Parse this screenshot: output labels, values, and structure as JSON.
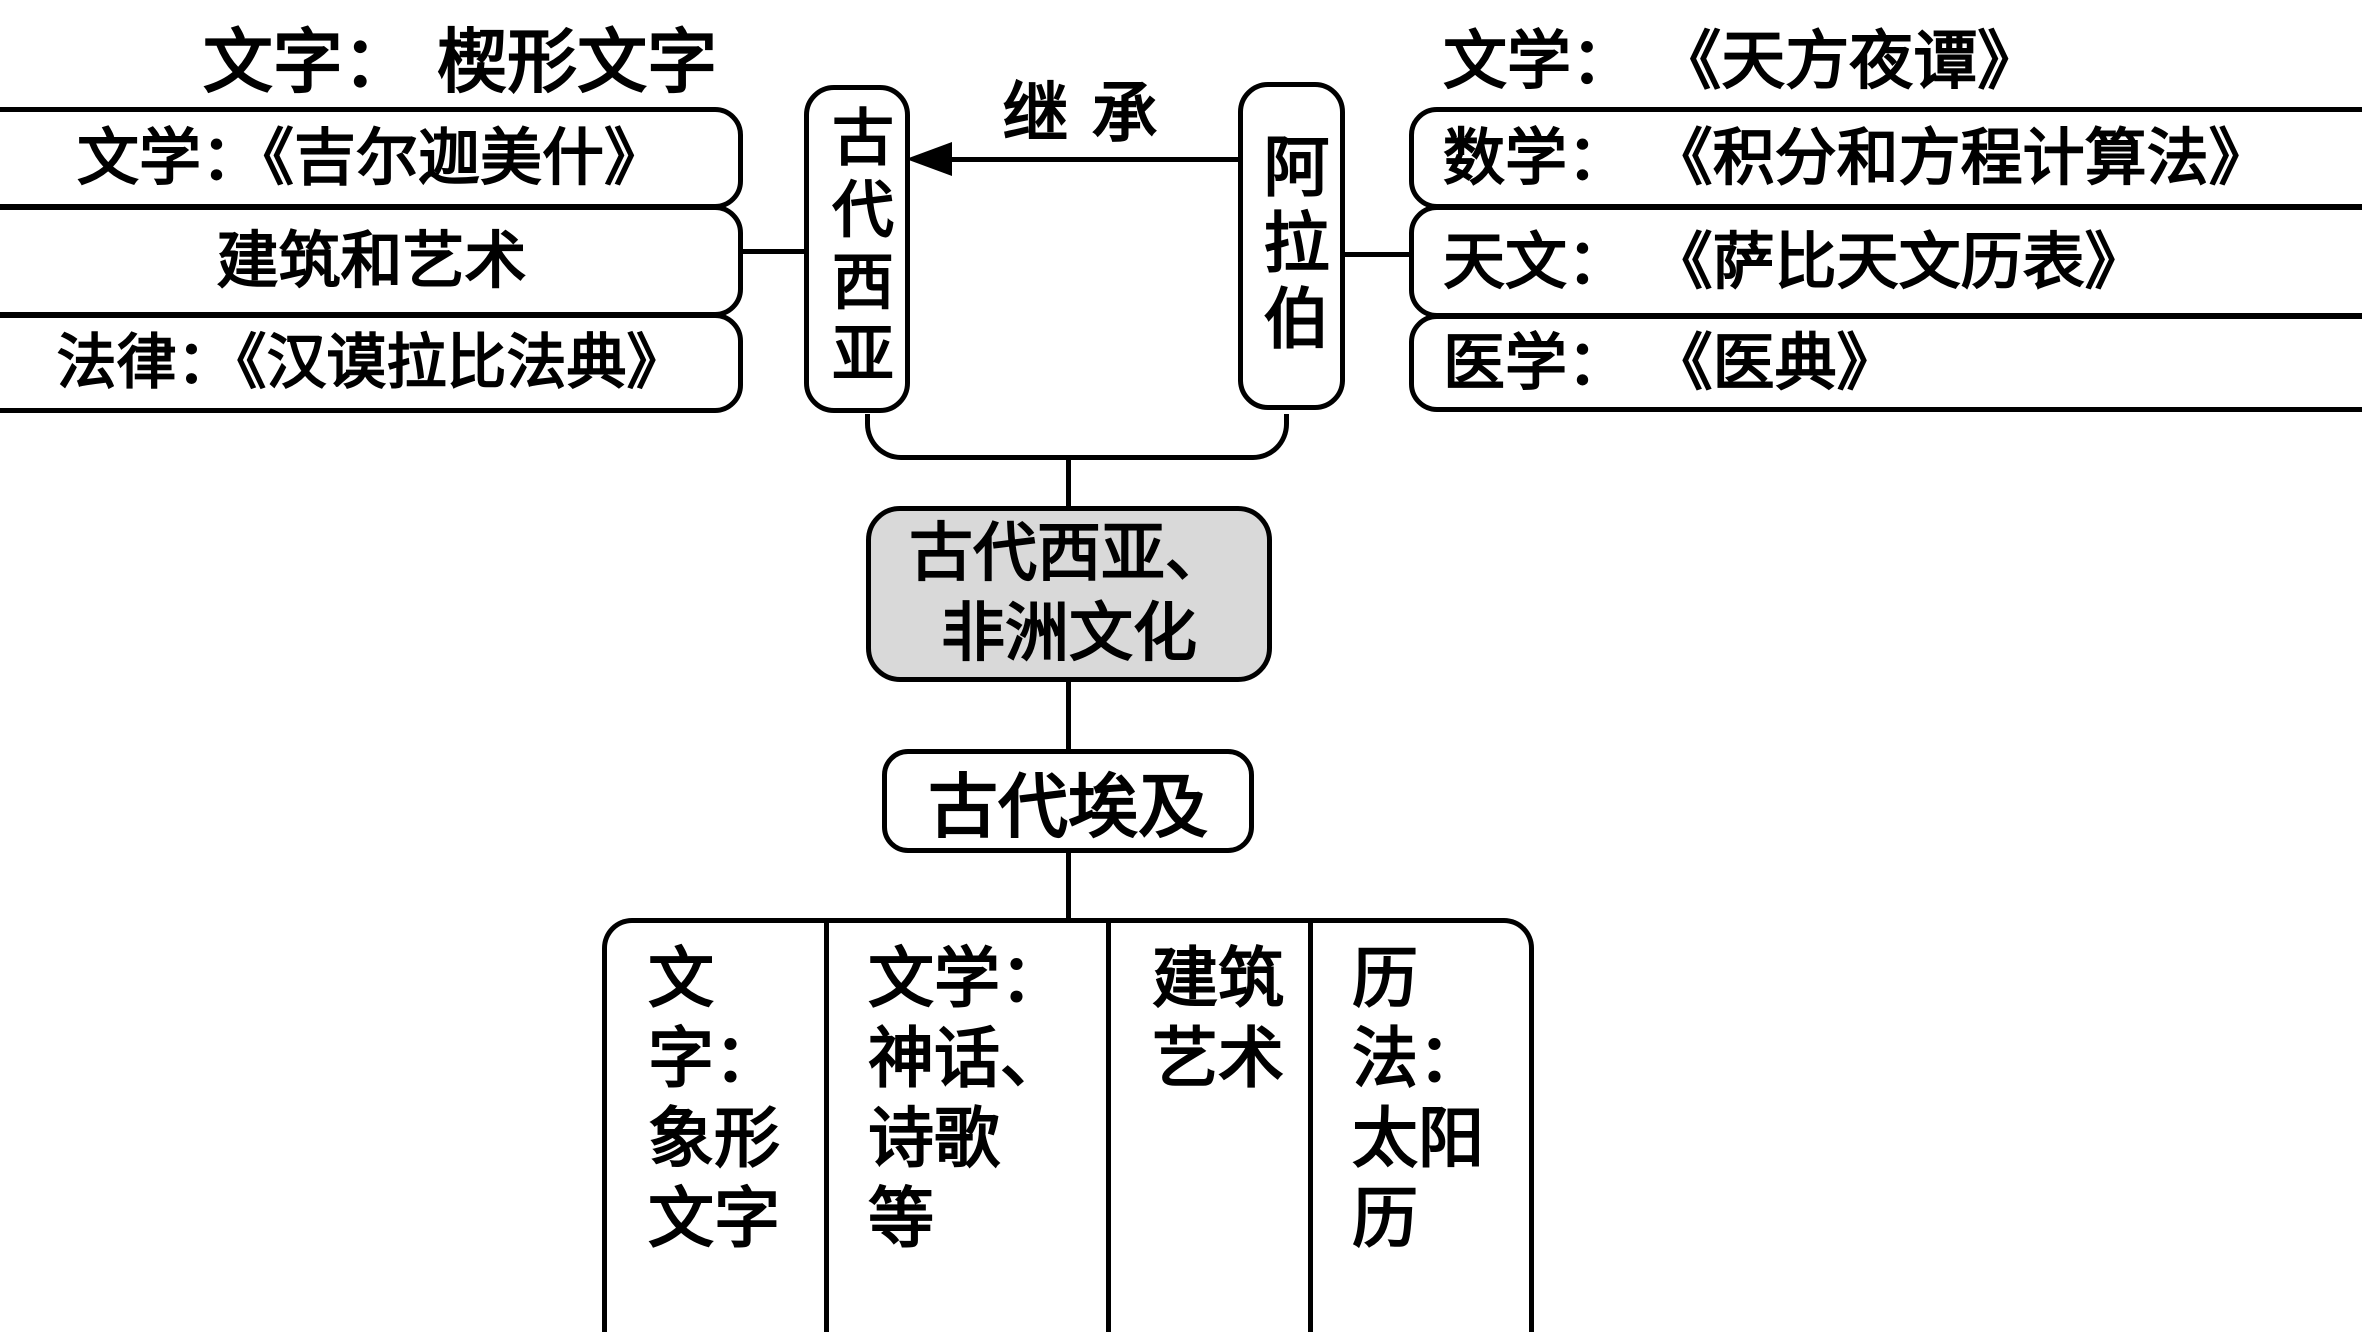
{
  "colors": {
    "ink": "#000000",
    "background": "#ffffff",
    "root_fill": "#d9d9d9"
  },
  "left_group": {
    "header": "文字： 楔形文字",
    "rows": [
      "文学：《吉尔迦美什》",
      "建筑和艺术",
      "法律：《汉谟拉比法典》"
    ]
  },
  "right_group": {
    "header": "文学： 《天方夜谭》",
    "rows": [
      "数学： 《积分和方程计算法》",
      "天文： 《萨比天文历表》",
      "医学： 《医典》"
    ]
  },
  "center": {
    "west_asia": "古代西亚",
    "arab": "阿拉伯",
    "arrow_label": "继 承",
    "root_line1": "古代西亚、",
    "root_line2": "非洲文化",
    "egypt": "古代埃及"
  },
  "table": {
    "columns": [
      {
        "lines": [
          "文字：",
          "象形",
          "文字"
        ]
      },
      {
        "lines": [
          "文学：",
          "神话、",
          "诗歌",
          "等"
        ]
      },
      {
        "lines": [
          "建筑",
          "艺术"
        ]
      },
      {
        "lines": [
          "历法：",
          "太阳",
          "历"
        ]
      }
    ]
  }
}
